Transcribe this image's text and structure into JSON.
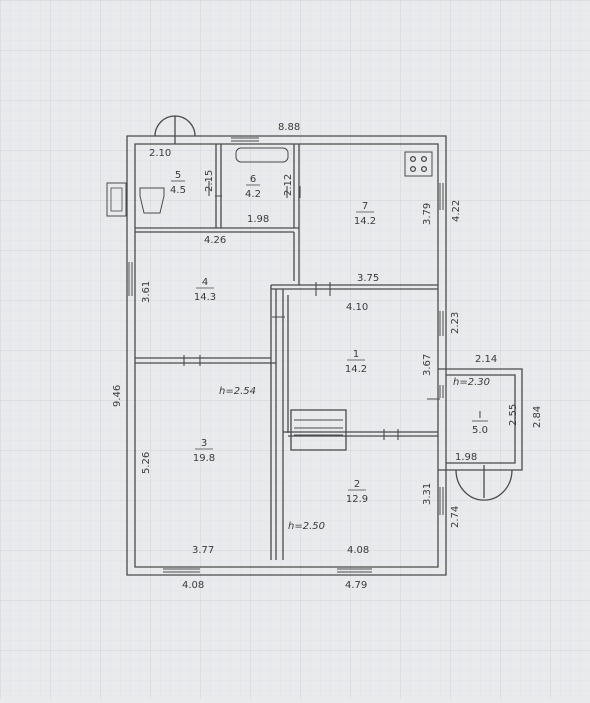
{
  "plan": {
    "top_width": "8.88",
    "left_height": "9.46",
    "bottom_left_width": "4.08",
    "bottom_right_width": "4.79",
    "dim_2_10": "2.10",
    "dim_2_15": "2.15",
    "dim_2_12": "2.12",
    "dim_1_98_top": "1.98",
    "dim_4_26": "4.26",
    "dim_3_79": "3.79",
    "dim_4_22": "4.22",
    "dim_3_75": "3.75",
    "dim_4_10": "4.10",
    "dim_2_23": "2.23",
    "dim_3_61": "3.61",
    "dim_3_67": "3.67",
    "dim_2_14": "2.14",
    "dim_2_55": "2.55",
    "dim_2_84": "2.84",
    "dim_1_98_porch": "1.98",
    "dim_5_26": "5.26",
    "dim_3_31": "3.31",
    "dim_2_74": "2.74",
    "dim_3_77": "3.77",
    "dim_4_08_inner": "4.08",
    "heights": {
      "h254": "h=2.54",
      "h250": "h=2.50",
      "h230": "h=2.30"
    }
  },
  "rooms": [
    {
      "num": "1",
      "area": "14.2"
    },
    {
      "num": "2",
      "area": "12.9"
    },
    {
      "num": "3",
      "area": "19.8"
    },
    {
      "num": "4",
      "area": "14.3"
    },
    {
      "num": "5",
      "area": "4.5"
    },
    {
      "num": "6",
      "area": "4.2"
    },
    {
      "num": "7",
      "area": "14.2"
    },
    {
      "num": "I",
      "area": "5.0"
    }
  ],
  "colors": {
    "paper": "#e9eaec",
    "grid": "#d6d8dc",
    "line": "#4a4a4a"
  }
}
